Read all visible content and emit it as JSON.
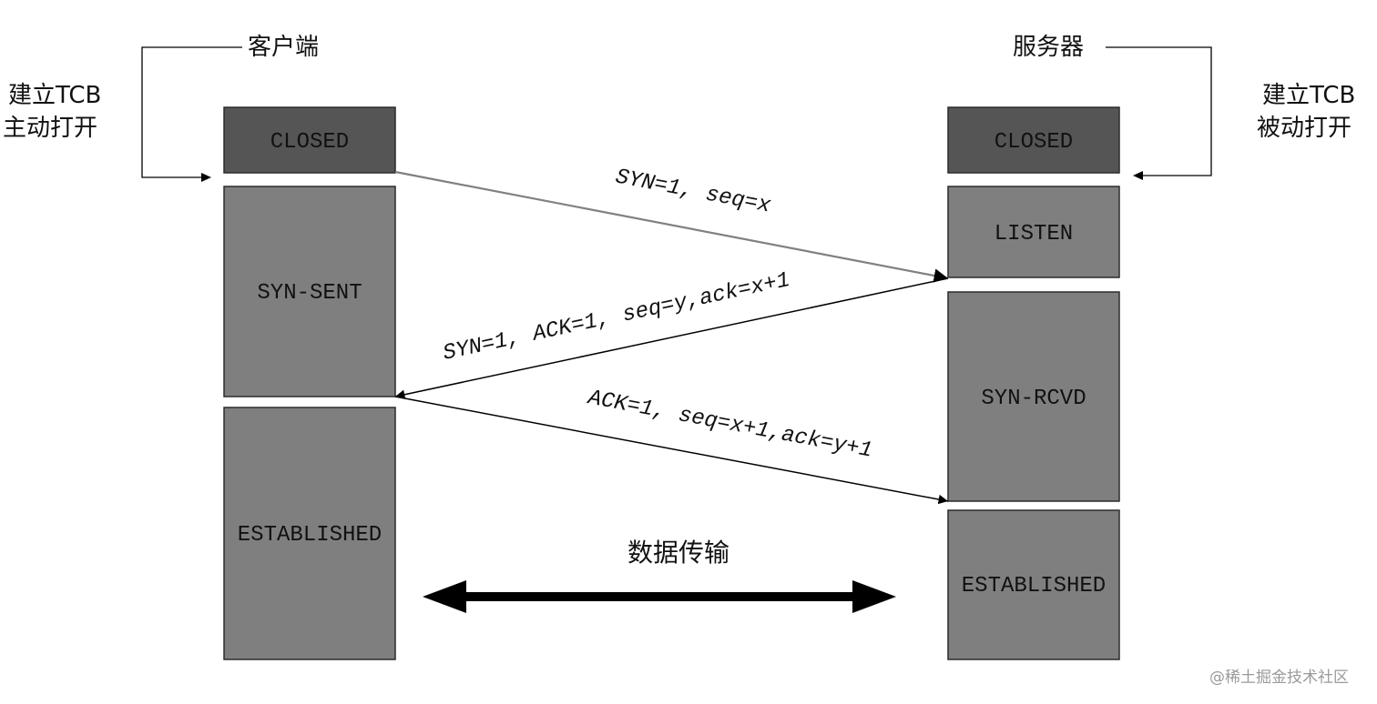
{
  "client": {
    "title": "客户端",
    "note_line1": "建立TCB",
    "note_line2": "主动打开",
    "states": [
      "CLOSED",
      "SYN-SENT",
      "ESTABLISHED"
    ]
  },
  "server": {
    "title": "服务器",
    "note_line1": "建立TCB",
    "note_line2": "被动打开",
    "states": [
      "CLOSED",
      "LISTEN",
      "SYN-RCVD",
      "ESTABLISHED"
    ]
  },
  "messages": [
    "SYN=1, seq=x",
    "SYN=1, ACK=1, seq=y,ack=x+1",
    "ACK=1, seq=x+1,ack=y+1"
  ],
  "data_transfer_label": "数据传输",
  "watermark": "@稀土掘金技术社区",
  "colors": {
    "closed_fill": "#555555",
    "state_fill": "#7f7f7f",
    "border": "#2b2b2b",
    "line": "#000000",
    "first_line": "#808080"
  }
}
